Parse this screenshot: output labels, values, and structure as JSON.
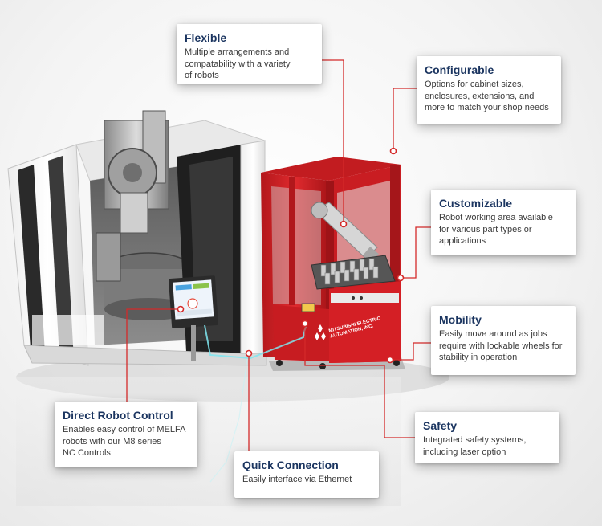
{
  "callouts": [
    {
      "id": "flexible",
      "title": "Flexible",
      "lines": [
        "Multiple arrangements and",
        "compatability with a variety",
        "of robots"
      ]
    },
    {
      "id": "configurable",
      "title": "Configurable",
      "lines": [
        "Options for cabinet sizes,",
        "enclosures, extensions, and",
        "more to match your shop needs"
      ]
    },
    {
      "id": "customizable",
      "title": "Customizable",
      "lines": [
        "Robot working area available",
        "for various part types or",
        "applications"
      ]
    },
    {
      "id": "mobility",
      "title": "Mobility",
      "lines": [
        "Easily move around as jobs",
        "require with lockable wheels for",
        "stability in operation"
      ]
    },
    {
      "id": "safety",
      "title": "Safety",
      "lines": [
        "Integrated safety systems,",
        "including laser option"
      ]
    },
    {
      "id": "direct_robot_control",
      "title": "Direct Robot Control",
      "lines": [
        "Enables easy control of MELFA",
        "robots with our M8 series",
        "NC Controls"
      ]
    },
    {
      "id": "quick_connection",
      "title": "Quick Connection",
      "lines": [
        "Easily interface via Ethernet"
      ]
    }
  ],
  "branding": {
    "cabinet_logo_line1": "MITSUBISHI ELECTRIC",
    "cabinet_logo_line2": "AUTOMATION, INC."
  },
  "colors": {
    "title": "#1b3560",
    "leader": "#d42a2a",
    "cabinet_red": "#d11f24",
    "ethernet": "#7fe6f0"
  }
}
